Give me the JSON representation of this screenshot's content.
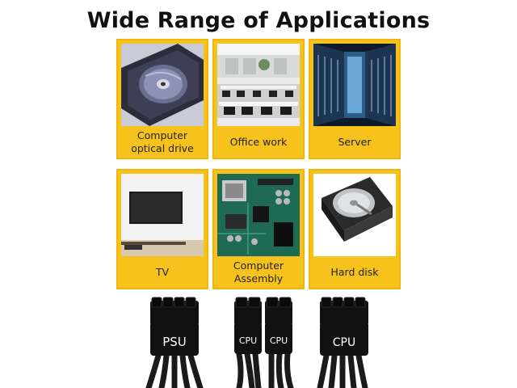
{
  "title": "Wide Range of Applications",
  "applications": [
    {
      "label": "Computer\noptical drive",
      "icon": "optical-drive-photo"
    },
    {
      "label": "Office work",
      "icon": "office-photo"
    },
    {
      "label": "Server",
      "icon": "server-rack-photo"
    },
    {
      "label": "TV",
      "icon": "tv-photo"
    },
    {
      "label": "Computer\nAssembly",
      "icon": "motherboard-photo"
    },
    {
      "label": "Hard disk",
      "icon": "hard-disk-photo"
    }
  ],
  "connectors": [
    {
      "labels": [
        "PSU"
      ]
    },
    {
      "labels": [
        "CPU",
        "CPU"
      ]
    },
    {
      "labels": [
        "CPU"
      ]
    }
  ],
  "colors": {
    "accent": "#f7c21b",
    "border": "#f2b60a",
    "connector": "#111111"
  }
}
